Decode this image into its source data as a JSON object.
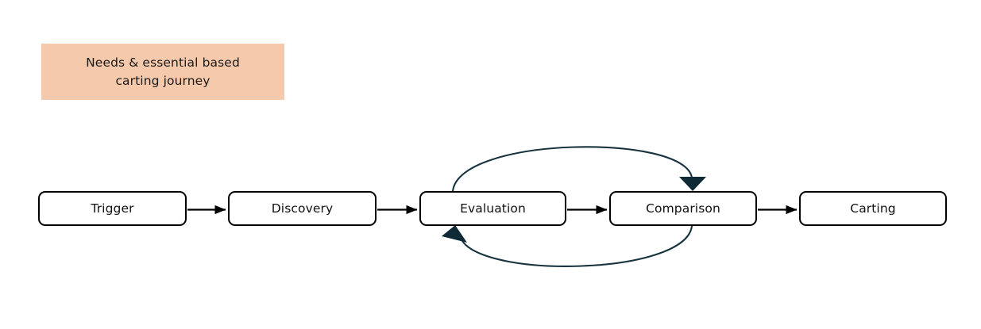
{
  "diagram": {
    "title_block": {
      "text": "Needs & essential based\ncarting journey",
      "background_color": "#F5C9AB"
    },
    "nodes": [
      {
        "id": "trigger",
        "label": "Trigger"
      },
      {
        "id": "discovery",
        "label": "Discovery"
      },
      {
        "id": "evaluation",
        "label": "Evaluation"
      },
      {
        "id": "comparison",
        "label": "Comparison"
      },
      {
        "id": "carting",
        "label": "Carting"
      }
    ],
    "edges": [
      {
        "from": "trigger",
        "to": "discovery",
        "style": "straight-arrow",
        "color": "#000000"
      },
      {
        "from": "discovery",
        "to": "evaluation",
        "style": "straight-arrow",
        "color": "#000000"
      },
      {
        "from": "evaluation",
        "to": "comparison",
        "style": "straight-arrow",
        "color": "#000000"
      },
      {
        "from": "comparison",
        "to": "carting",
        "style": "straight-arrow",
        "color": "#000000"
      },
      {
        "from": "evaluation",
        "to": "comparison",
        "style": "curved-arrow-above",
        "color": "#17343F"
      },
      {
        "from": "comparison",
        "to": "evaluation",
        "style": "curved-arrow-below",
        "color": "#17343F"
      }
    ],
    "colors": {
      "node_border": "#000000",
      "node_fill": "#FFFFFF",
      "text": "#111111",
      "loop_arrow": "#17343F",
      "flow_arrow": "#000000",
      "canvas": "#FFFFFF"
    }
  }
}
